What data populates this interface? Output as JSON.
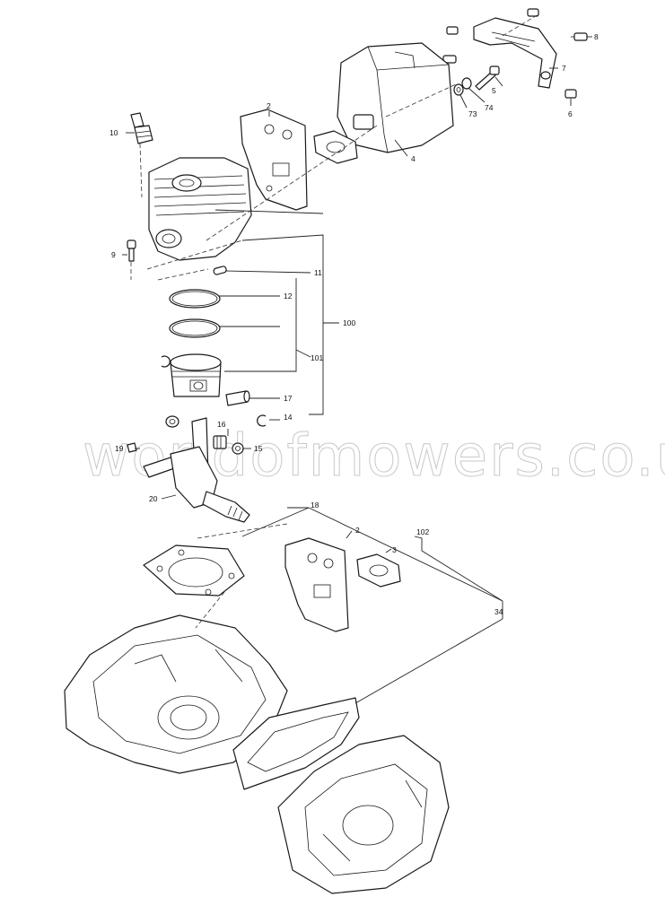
{
  "watermark": "worldofmowers.co.uk",
  "labels": {
    "l2a": "2",
    "l4": "4",
    "l5": "5",
    "l6": "6",
    "l7": "7",
    "l8": "8",
    "l9": "9",
    "l10": "10",
    "l11": "11",
    "l12": "12",
    "l14": "14",
    "l15": "15",
    "l16": "16",
    "l17": "17",
    "l18": "18",
    "l19": "19",
    "l20": "20",
    "l2b": "2",
    "l3": "3",
    "l34": "34",
    "l73": "73",
    "l74": "74",
    "l100": "100",
    "l101": "101",
    "l102": "102"
  }
}
